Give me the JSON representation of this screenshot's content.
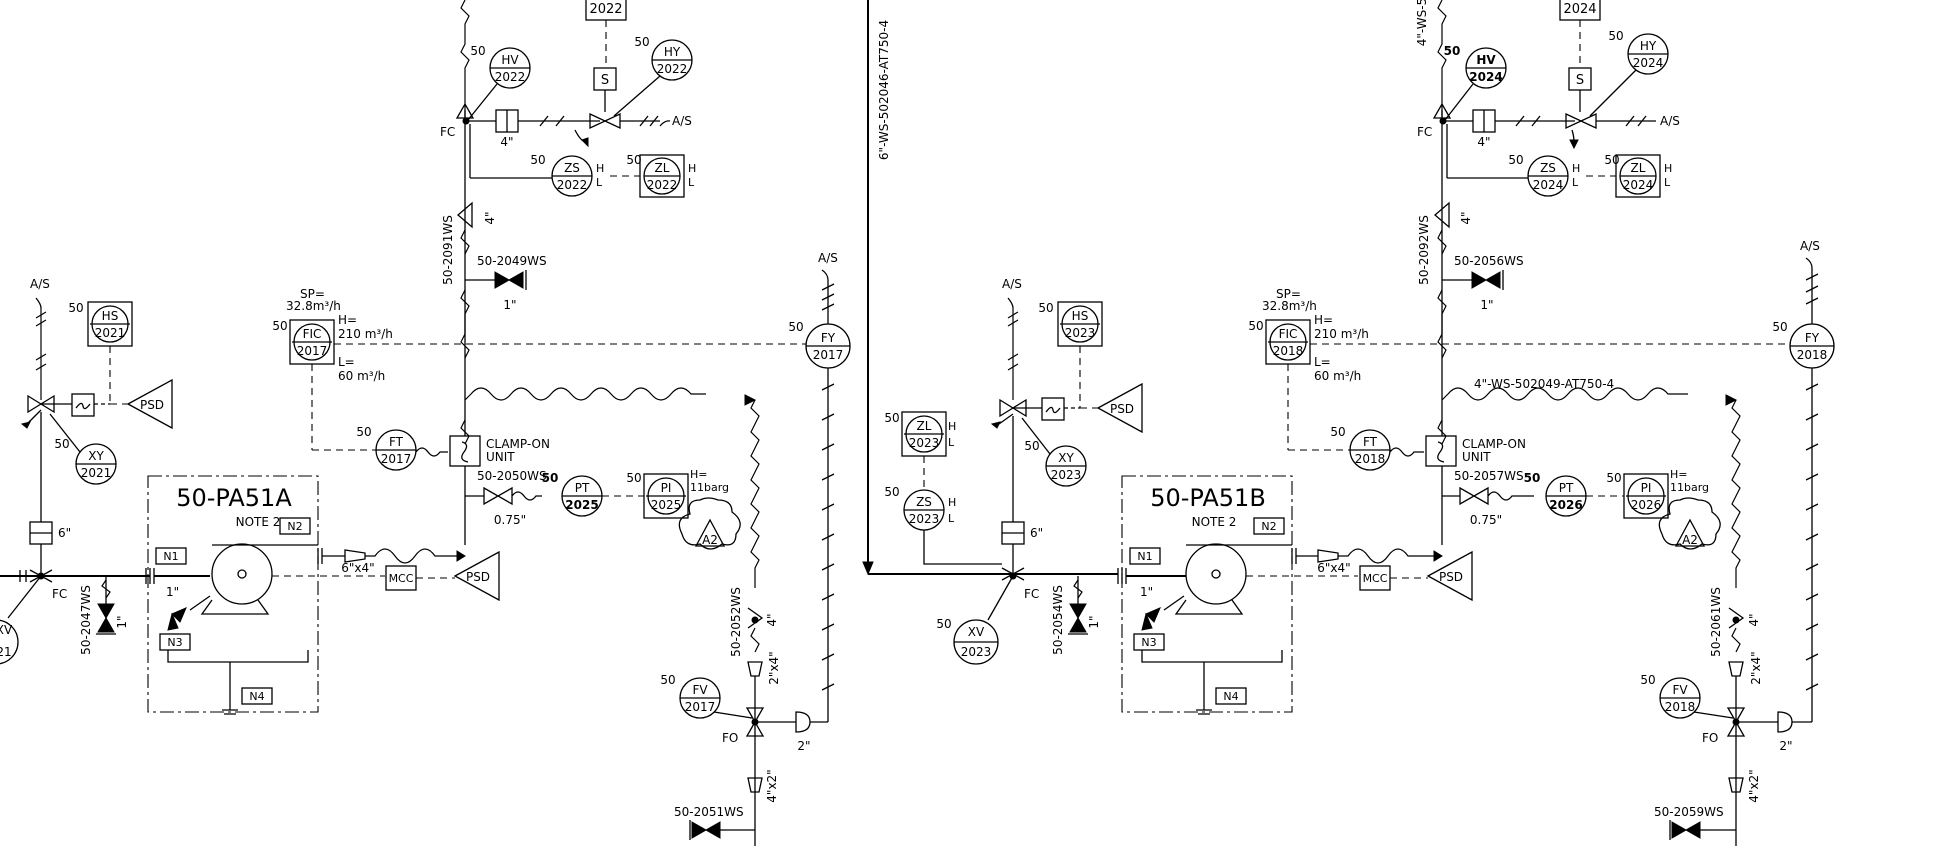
{
  "diagram": {
    "vertical_line_label": "6\"-WS-502046-AT750-4",
    "trains": [
      {
        "pump_tag": "50-PA51A",
        "note": "NOTE 2",
        "nozzles": [
          "N1",
          "N2",
          "N3",
          "N4"
        ],
        "top_tag": "2022",
        "hv": {
          "num": "50",
          "code": "HV",
          "tag": "2022"
        },
        "hy": {
          "num": "50",
          "code": "HY",
          "tag": "2022"
        },
        "zs_top": {
          "num": "50",
          "code": "ZS",
          "tag": "2022"
        },
        "zl_top": {
          "num": "50",
          "code": "ZL",
          "tag": "2022"
        },
        "fc_top": "FC",
        "size_4in": "4\"",
        "size_4in_b": "4\"",
        "as_top": "A/S",
        "line_vert": "50-2091WS",
        "drain_top": "50-2049WS",
        "drain_top_size": "1\"",
        "as_left": "A/S",
        "hs": {
          "num": "50",
          "code": "HS",
          "tag": "2021"
        },
        "xy": {
          "num": "50",
          "code": "XY",
          "tag": "2021"
        },
        "psd_a": "PSD",
        "s_mark": "S",
        "size_6in": "6\"",
        "fc_bottom": "FC",
        "xv": {
          "code": "XV",
          "tag": "21"
        },
        "drain_left": "50-2047WS",
        "drain_left_size": "1\"",
        "sp_label": "SP=",
        "sp_value": "32.8m³/h",
        "fic": {
          "num": "50",
          "code": "FIC",
          "tag": "2017"
        },
        "fic_h": "H=",
        "fic_h_value": "210  m³/h",
        "fic_l": "L=",
        "fic_l_value": "60  m³/h",
        "fy": {
          "num": "50",
          "code": "FY",
          "tag": "2017"
        },
        "as_fy": "A/S",
        "ft": {
          "num": "50",
          "code": "FT",
          "tag": "2017"
        },
        "clamp_1": "CLAMP-ON",
        "clamp_2": "UNIT",
        "line_pt": "50-2050WS",
        "pt": {
          "num": "50",
          "code": "PT",
          "tag": "2025"
        },
        "pt_size": "0.75\"",
        "pi": {
          "num": "50",
          "code": "PI",
          "tag": "2025"
        },
        "pi_h": "H=",
        "pi_h_value": "11barg",
        "a2": "A2",
        "reducer": "6\"x4\"",
        "mcc": "MCC",
        "psd_b": "PSD",
        "size_1in_pump": "1\"",
        "line_return": "50-2052WS",
        "size_4in_ret": "4\"",
        "size_2x4": "2\"x4\"",
        "fv": {
          "num": "50",
          "code": "FV",
          "tag": "2017"
        },
        "fo": "FO",
        "size_2in": "2\"",
        "size_4x2": "4\"x2\"",
        "drain_bottom": "50-2051WS",
        "header_line": ""
      },
      {
        "pump_tag": "50-PA51B",
        "note": "NOTE 2",
        "nozzles": [
          "N1",
          "N2",
          "N3",
          "N4"
        ],
        "top_tag": "2024",
        "hv": {
          "num": "50",
          "code": "HV",
          "tag": "2024"
        },
        "hy": {
          "num": "50",
          "code": "HY",
          "tag": "2024"
        },
        "zs_top": {
          "num": "50",
          "code": "ZS",
          "tag": "2024"
        },
        "zl_top": {
          "num": "50",
          "code": "ZL",
          "tag": "2024"
        },
        "fc_top": "FC",
        "size_4in": "4\"",
        "size_4in_b": "4\"",
        "as_top": "A/S",
        "line_vert": "50-2092WS",
        "drain_top": "50-2056WS",
        "drain_top_size": "1\"",
        "as_left": "A/S",
        "hs": {
          "num": "50",
          "code": "HS",
          "tag": "2023"
        },
        "xy": {
          "num": "50",
          "code": "XY",
          "tag": "2023"
        },
        "psd_a": "PSD",
        "s_mark": "S",
        "size_6in": "6\"",
        "fc_bottom": "FC",
        "xv": {
          "num": "50",
          "code": "XV",
          "tag": "2023"
        },
        "zl_left": {
          "num": "50",
          "code": "ZL",
          "tag": "2023"
        },
        "zs_left": {
          "num": "50",
          "code": "ZS",
          "tag": "2023"
        },
        "drain_left": "50-2054WS",
        "drain_left_size": "1\"",
        "sp_label": "SP=",
        "sp_value": "32.8m³/h",
        "fic": {
          "num": "50",
          "code": "FIC",
          "tag": "2018"
        },
        "fic_h": "H=",
        "fic_h_value": "210  m³/h",
        "fic_l": "L=",
        "fic_l_value": "60  m³/h",
        "fy": {
          "num": "50",
          "code": "FY",
          "tag": "2018"
        },
        "as_fy": "A/S",
        "ft": {
          "num": "50",
          "code": "FT",
          "tag": "2018"
        },
        "clamp_1": "CLAMP-ON",
        "clamp_2": "UNIT",
        "line_pt": "50-2057WS",
        "pt": {
          "num": "50",
          "code": "PT",
          "tag": "2026"
        },
        "pt_size": "0.75\"",
        "pi": {
          "num": "50",
          "code": "PI",
          "tag": "2026"
        },
        "pi_h": "H=",
        "pi_h_value": "11barg",
        "a2": "A2",
        "reducer": "6\"x4\"",
        "mcc": "MCC",
        "psd_b": "PSD",
        "size_1in_pump": "1\"",
        "line_return": "50-2061WS",
        "size_4in_ret": "4\"",
        "size_2x4": "2\"x4\"",
        "fv": {
          "num": "50",
          "code": "FV",
          "tag": "2018"
        },
        "fo": "FO",
        "size_2in": "2\"",
        "size_4x2": "4\"x2\"",
        "drain_bottom": "50-2059WS",
        "header_line": "4\"-WS-502049-AT750-4",
        "line_top_edge": "4\"-WS-5"
      }
    ]
  }
}
